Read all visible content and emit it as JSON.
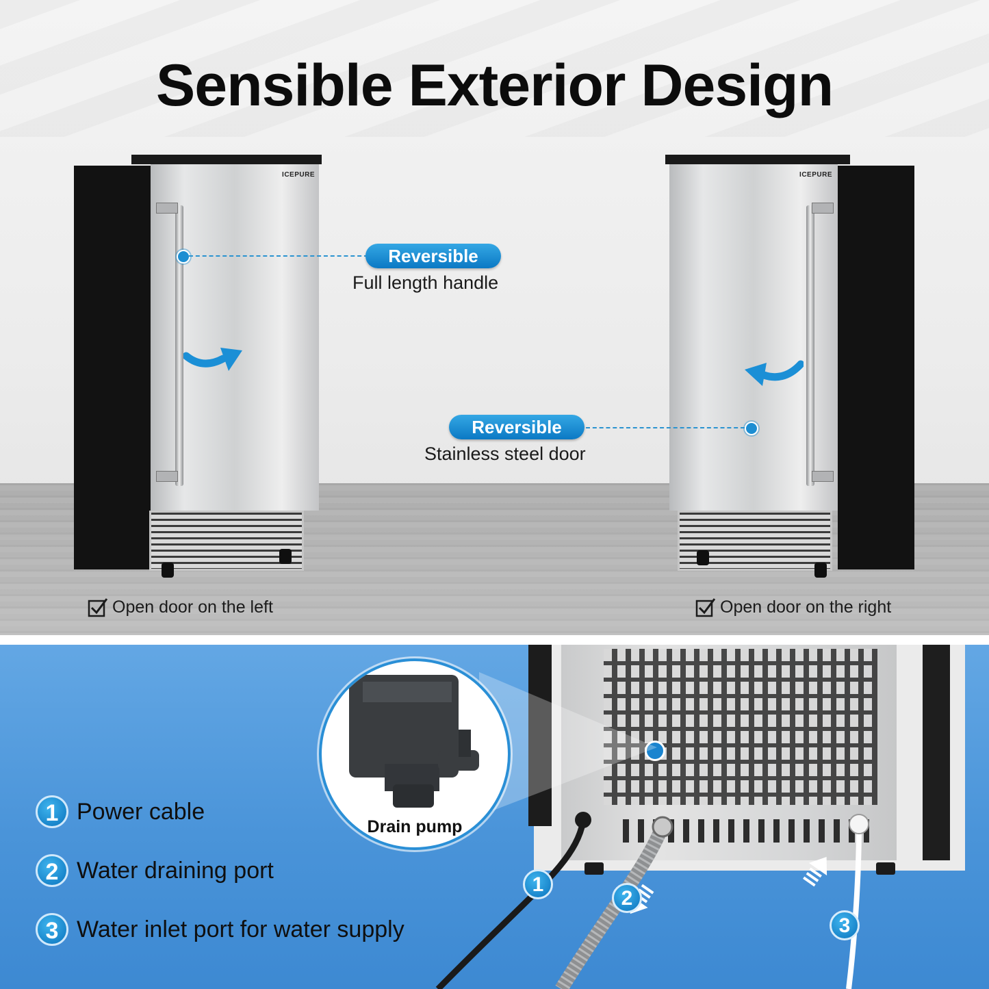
{
  "top": {
    "title": "Sensible Exterior Design",
    "brand": "ICEPURE",
    "callouts": [
      {
        "badge": "Reversible",
        "text": "Full length handle"
      },
      {
        "badge": "Reversible",
        "text": "Stainless steel door"
      }
    ],
    "checks": [
      {
        "label": "Open door on the left"
      },
      {
        "label": "Open door on the right"
      }
    ]
  },
  "bottom": {
    "zoom_label": "Drain pump",
    "legend": [
      {
        "num": "1",
        "text": "Power cable"
      },
      {
        "num": "2",
        "text": "Water draining port"
      },
      {
        "num": "3",
        "text": "Water inlet port for water supply"
      }
    ]
  },
  "colors": {
    "accent": "#1a84cf",
    "bottom_bg": "#4a94d9"
  },
  "icons": [
    "checkbox-checked-icon",
    "curved-arrow-right-icon",
    "curved-arrow-left-icon",
    "down-arrow-icon",
    "up-arrow-icon"
  ]
}
